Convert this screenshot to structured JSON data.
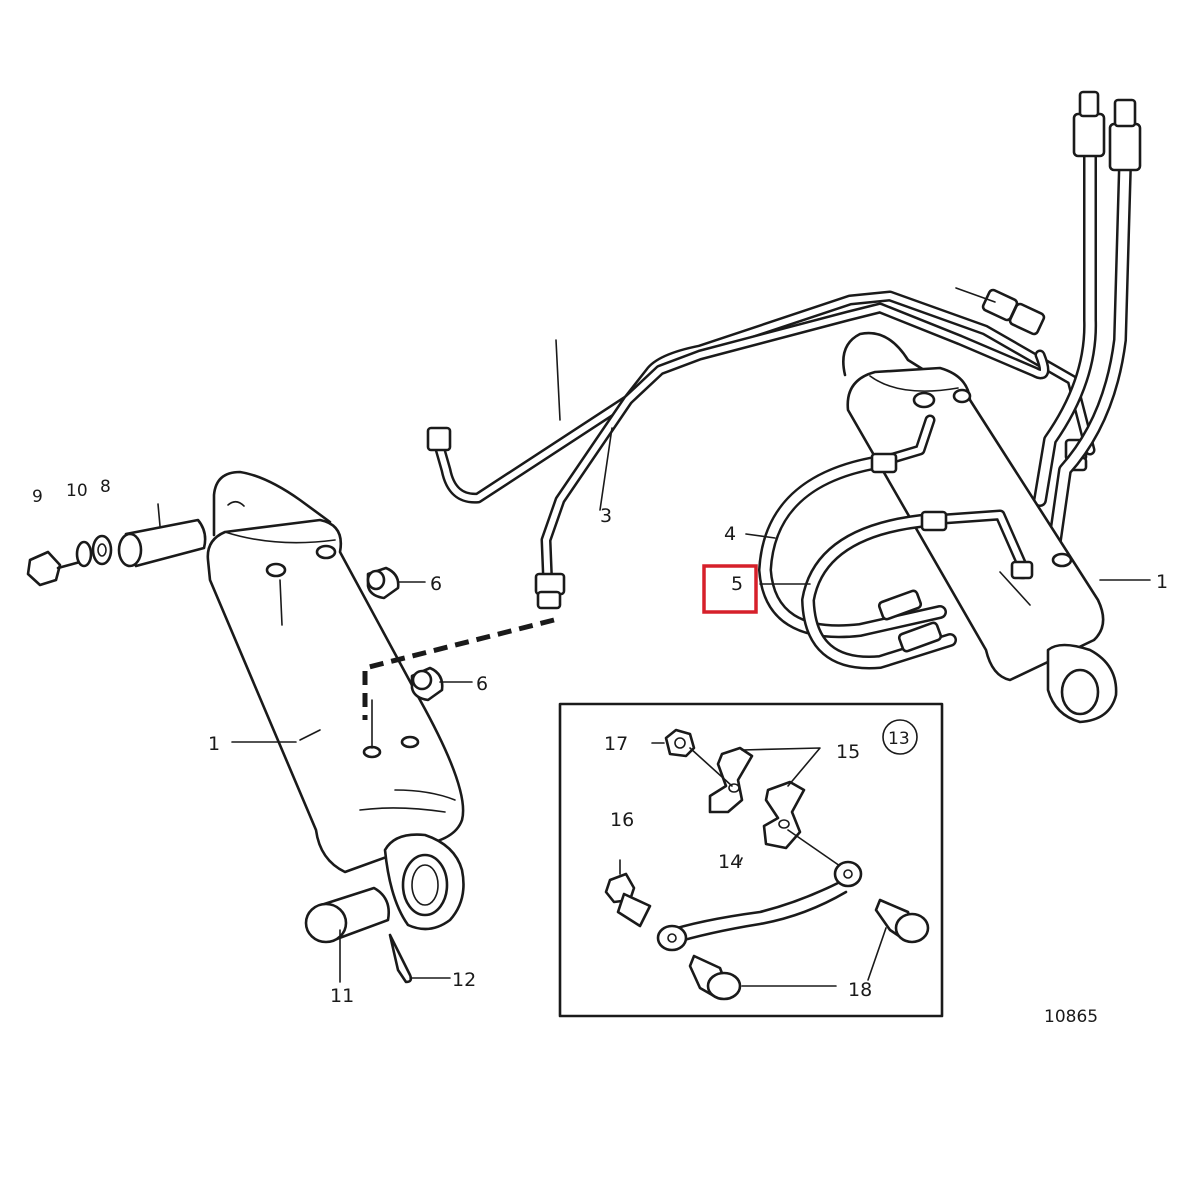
{
  "diagram": {
    "figure_number": "10865",
    "detail_ref": "13",
    "highlight_color": "#d6202a",
    "highlighted_label": "5",
    "callouts": {
      "c1_left": "1",
      "c1_right": "1",
      "c3": "3",
      "c4": "4",
      "c5": "5",
      "c6_top": "6",
      "c6_bottom": "6",
      "c8": "8",
      "c9": "9",
      "c10": "10",
      "c11": "11",
      "c12": "12",
      "c14": "14",
      "c15": "15",
      "c16": "16",
      "c17": "17",
      "c18": "18"
    }
  }
}
